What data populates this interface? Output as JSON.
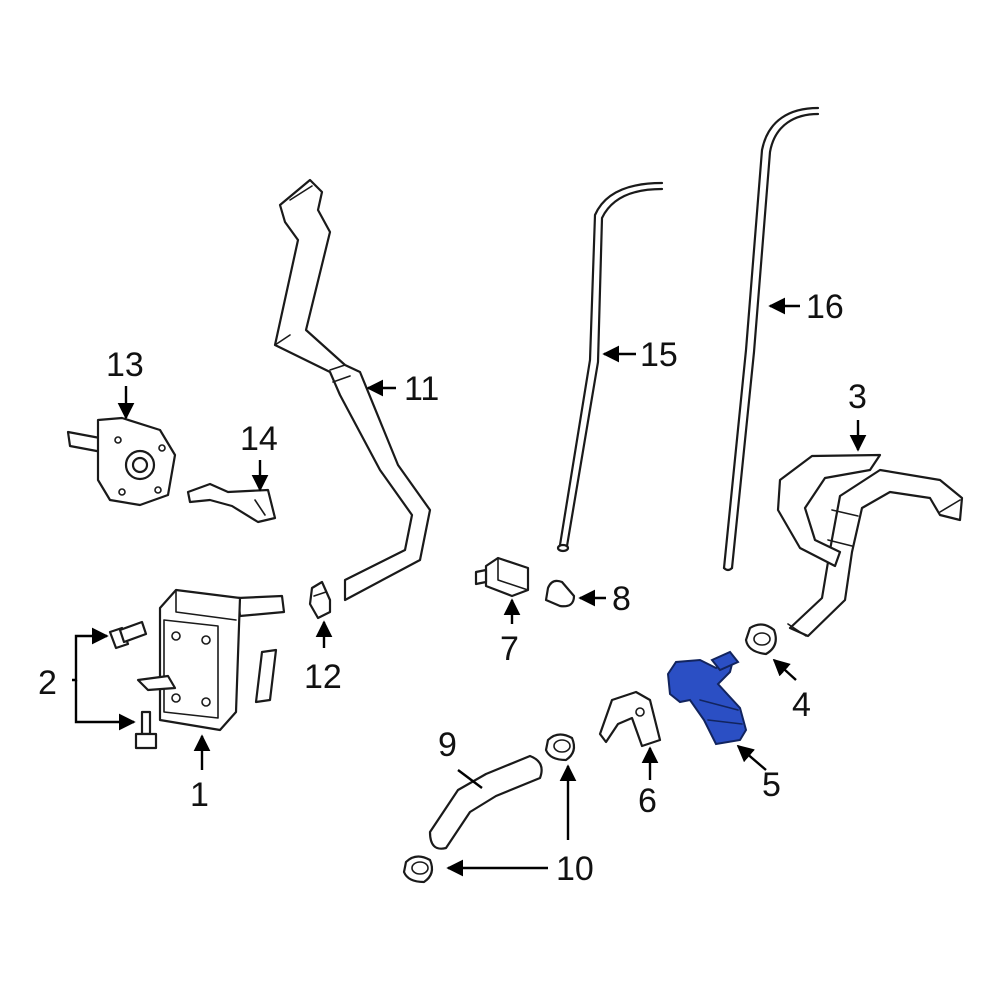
{
  "diagram": {
    "highlight_color": "#2b4fc4",
    "line_color": "#1a1a1a",
    "callouts": [
      "1",
      "2",
      "3",
      "4",
      "5",
      "6",
      "7",
      "8",
      "9",
      "10",
      "11",
      "12",
      "13",
      "14",
      "15",
      "16"
    ]
  }
}
